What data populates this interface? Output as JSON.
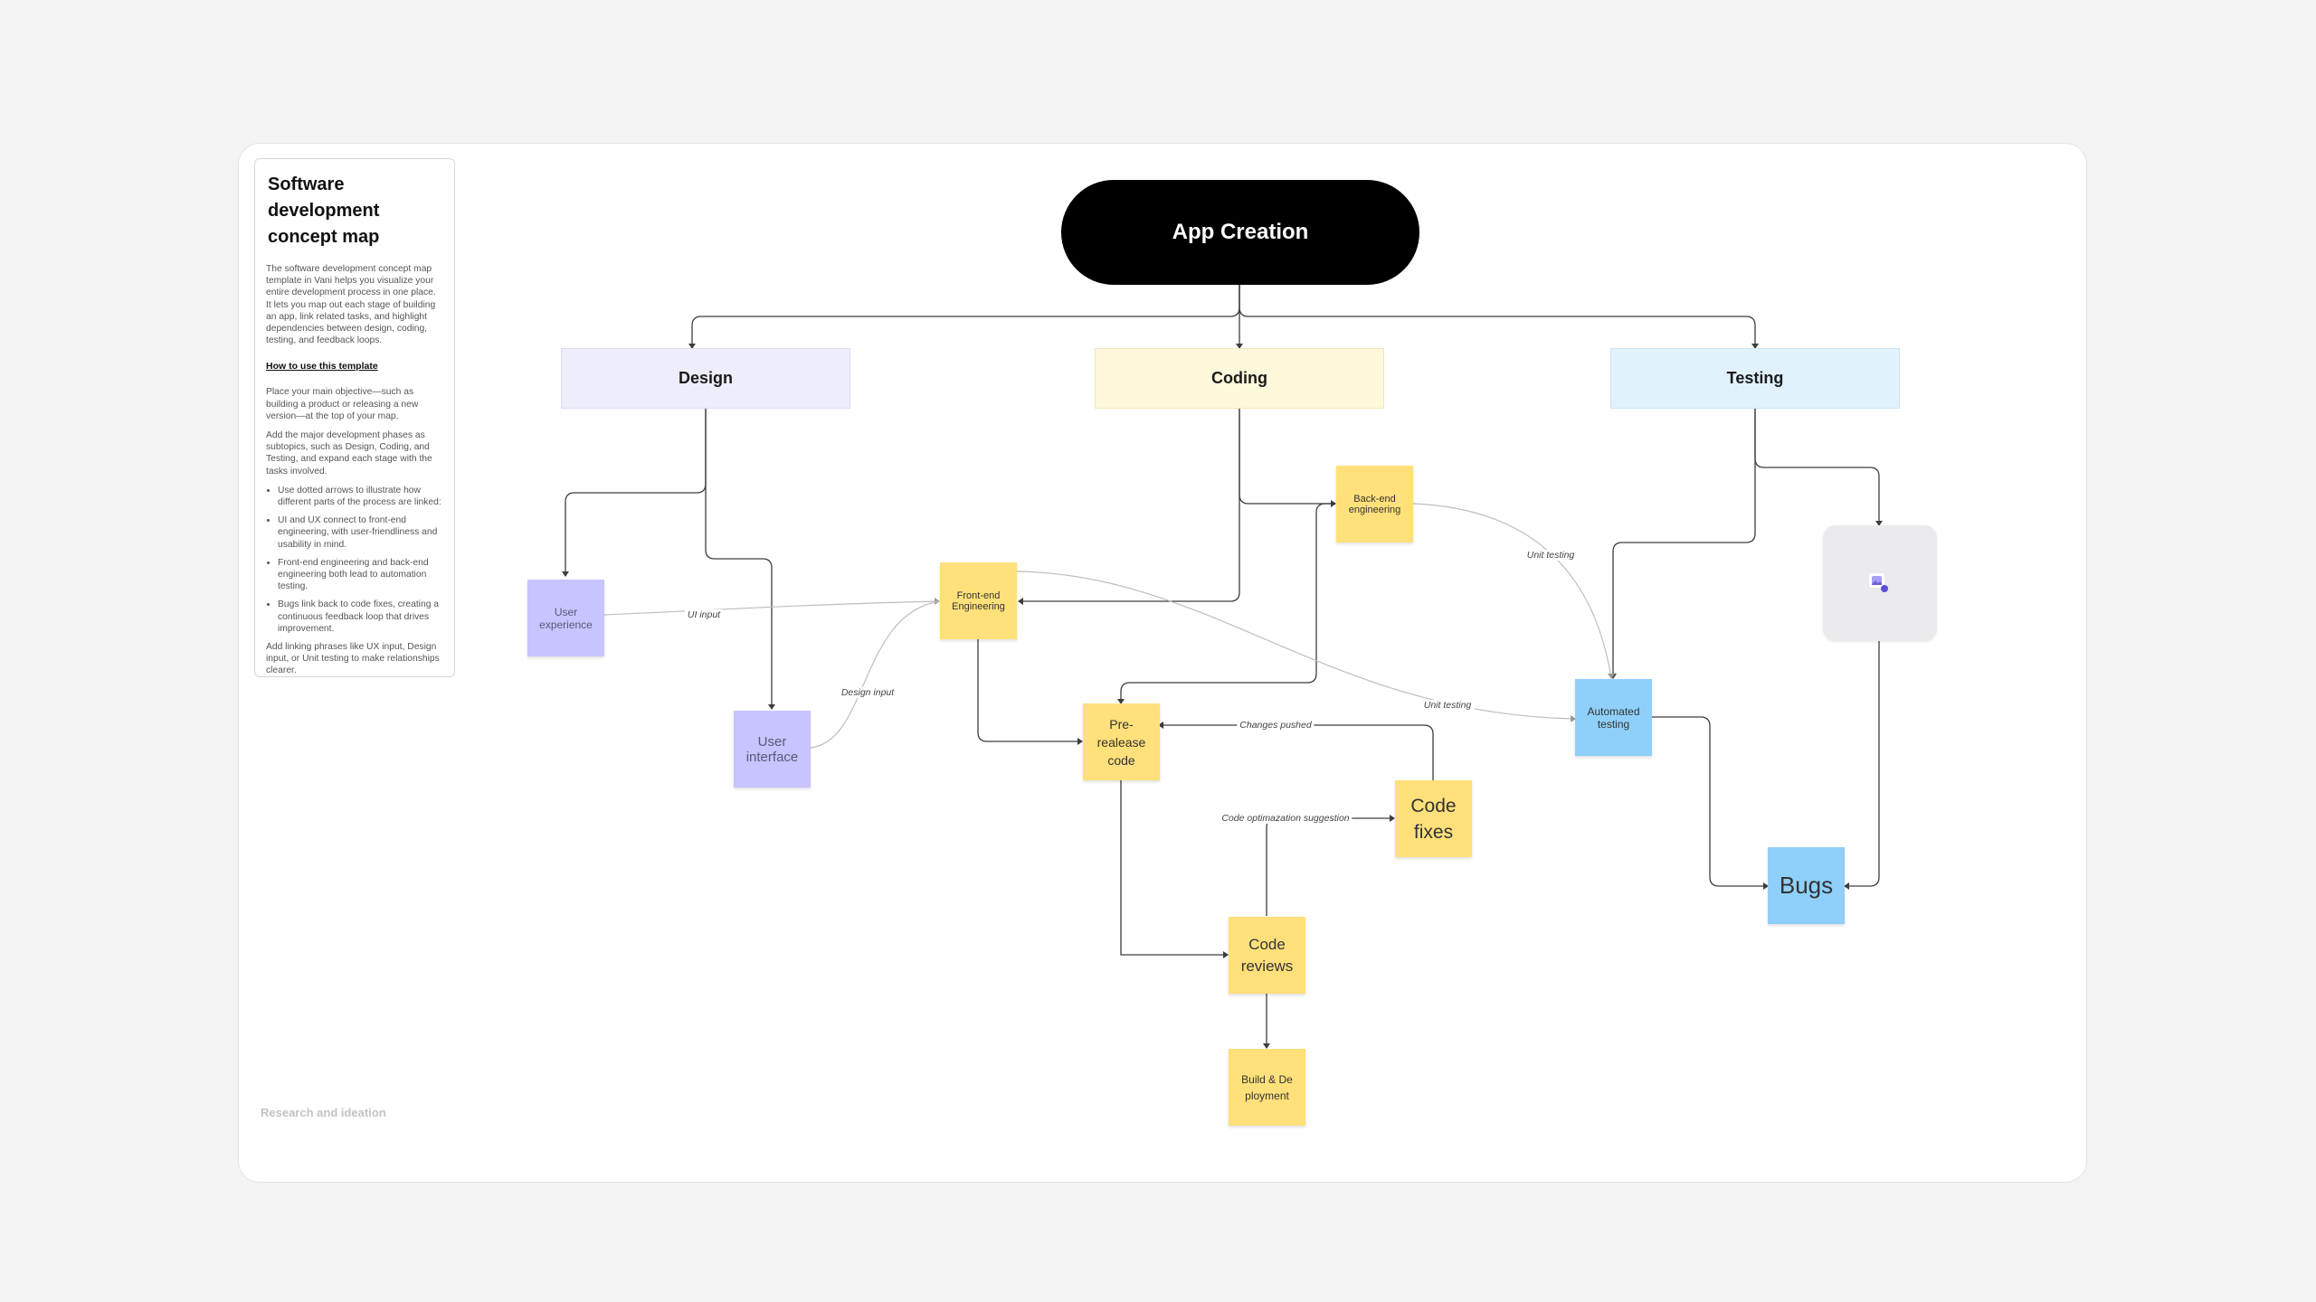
{
  "panel": {
    "title": "Software development concept map",
    "intro": "The software development concept map template in Vani helps you visualize your entire development process in one place. It lets you map out each stage of building an app, link related tasks, and highlight dependencies between design, coding, testing, and feedback loops.",
    "howto": "How to use this template",
    "step1": "Place your main objective—such as building a product or releasing a new version—at the top of your map.",
    "step2": "Add the major development phases as subtopics, such as Design, Coding, and Testing, and expand each stage with the tasks involved.",
    "bullets": [
      "Use dotted arrows to illustrate how different parts of the process are linked:",
      "UI and UX connect to front-end engineering, with user-friendliness and usability in mind.",
      "Front-end engineering and back-end engineering both lead to automation testing.",
      "Bugs link back to code fixes, creating a continuous feedback loop that drives improvement."
    ],
    "outro": "Add linking phrases like UX input, Design input, or Unit testing to make relationships clearer."
  },
  "frame_label": "Research and ideation",
  "root": "App Creation",
  "phases": {
    "design": "Design",
    "coding": "Coding",
    "testing": "Testing"
  },
  "stickies": {
    "user_experience": "User experience",
    "user_interface": "User interface",
    "frontend": "Front-end Engineering",
    "backend": "Back-end engineering",
    "prerelease": "Pre-realease code",
    "code_fixes": "Code fixes",
    "code_reviews": "Code reviews",
    "build_deploy": "Build & De ployment",
    "automated_testing": "Automated testing",
    "bugs": "Bugs"
  },
  "links": {
    "ui_input": "UI input",
    "design_input": "Design input",
    "unit_testing_1": "Unit testing",
    "unit_testing_2": "Unit testing",
    "changes_pushed": "Changes pushed",
    "code_opt": "Code optimazation suggestion"
  },
  "colors": {
    "design": "#eeedfc",
    "coding": "#fff9db",
    "testing": "#e1f2fd",
    "sticky_yellow": "#ffe07a",
    "sticky_purple": "#c7c4ff",
    "sticky_blue": "#8fd0fb"
  },
  "icons": {
    "image_placeholder": "image-icon"
  }
}
